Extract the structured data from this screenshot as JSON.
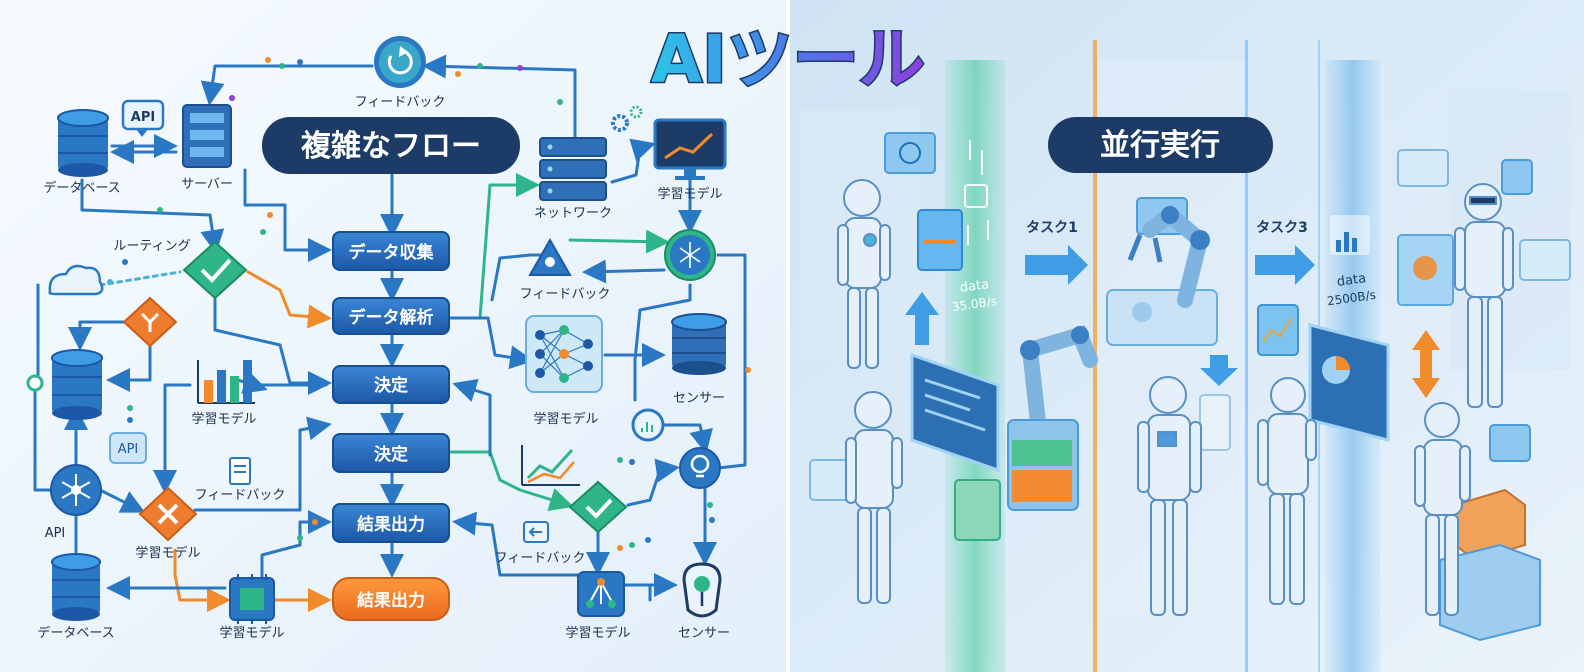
{
  "title": "AIツール",
  "left_panel": {
    "heading": "複雑なフロー",
    "flow_steps": [
      "データ収集",
      "データ解析",
      "決定",
      "決定",
      "結果出力",
      "結果出力"
    ],
    "labels": {
      "feedback_top": "フィードバック",
      "api_top": "API",
      "database_top": "データベース",
      "server": "サーバー",
      "network": "ネットワーク",
      "model_monitor": "学習モデル",
      "routing": "ルーティング",
      "feedback_mid": "フィードバック",
      "model_chart": "学習モデル",
      "model_neural": "学習モデル",
      "sensor_top": "センサー",
      "api_mid": "API",
      "feedback_doc": "フィードバック",
      "api_bottom": "API",
      "model_x": "学習モデル",
      "database_bottom": "データベース",
      "model_chip": "学習モデル",
      "feedback_low": "フィードバック",
      "model_tree": "学習モデル",
      "sensor_bottom": "センサー"
    }
  },
  "right_panel": {
    "heading": "並行実行",
    "task_left": "タスク1",
    "task_right": "タスク3",
    "stream_left_label": "data",
    "stream_left_rate": "35.0B/s",
    "stream_right_label": "data",
    "stream_right_rate": "2500B/s"
  },
  "colors": {
    "step_blue": "#1f5fae",
    "step_orange": "#f0782a",
    "heading_navy": "#1c3b66",
    "arrow_blue": "#2a78c4",
    "arrow_green": "#2fb58a",
    "arrow_orange": "#f08a2a",
    "green_node": "#2faa6f",
    "orange_node": "#ef7b2d"
  }
}
